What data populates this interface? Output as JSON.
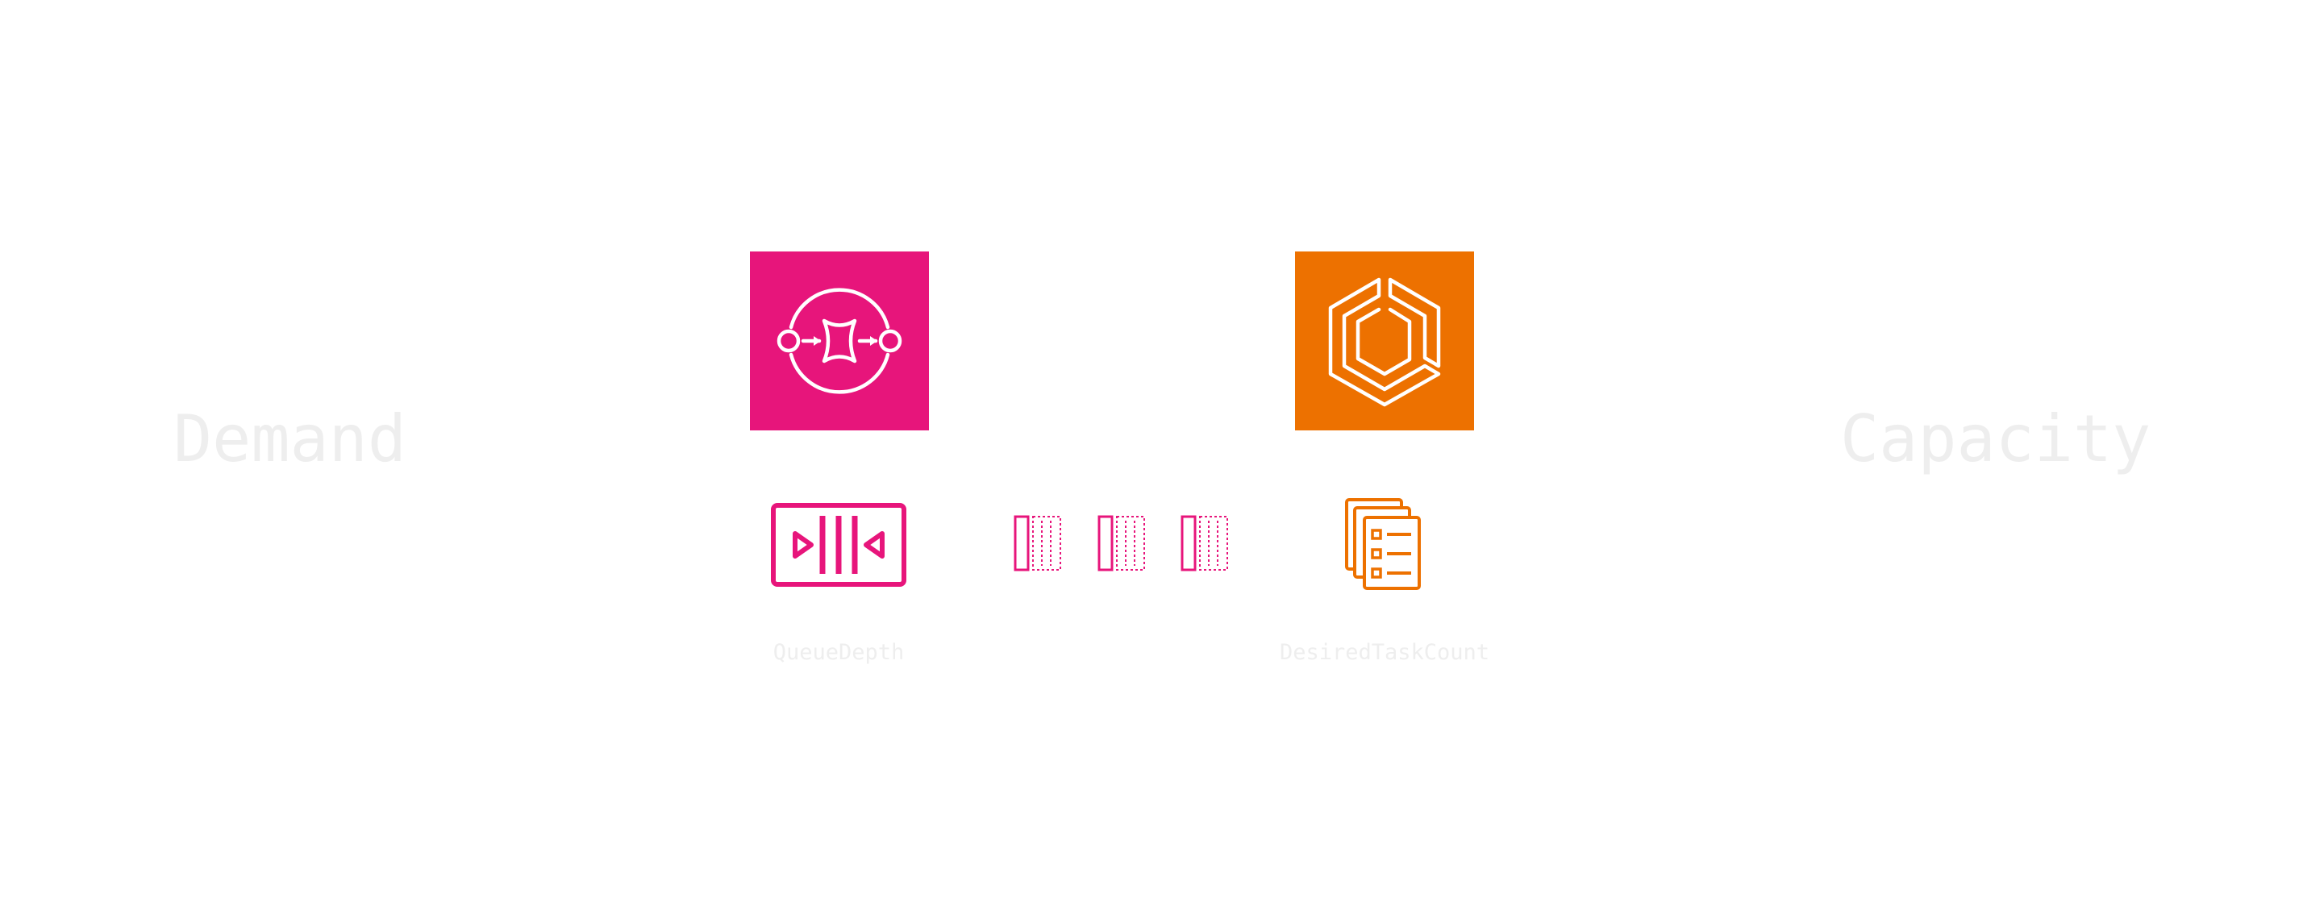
{
  "diagram": {
    "left_label": "Demand",
    "right_label": "Capacity",
    "queue_metric_label": "QueueDepth",
    "task_metric_label": "DesiredTaskCount"
  },
  "colors": {
    "sqs": "#E7157B",
    "ecs": "#ED7100",
    "label": "#EEEEEE",
    "background": "#FFFFFF"
  },
  "icons": {
    "sqs_tile": "sqs-service-icon",
    "ecs_tile": "ecs-service-icon",
    "queue": "queue-icon",
    "messages": "message-icon",
    "tasks": "task-list-icon"
  }
}
